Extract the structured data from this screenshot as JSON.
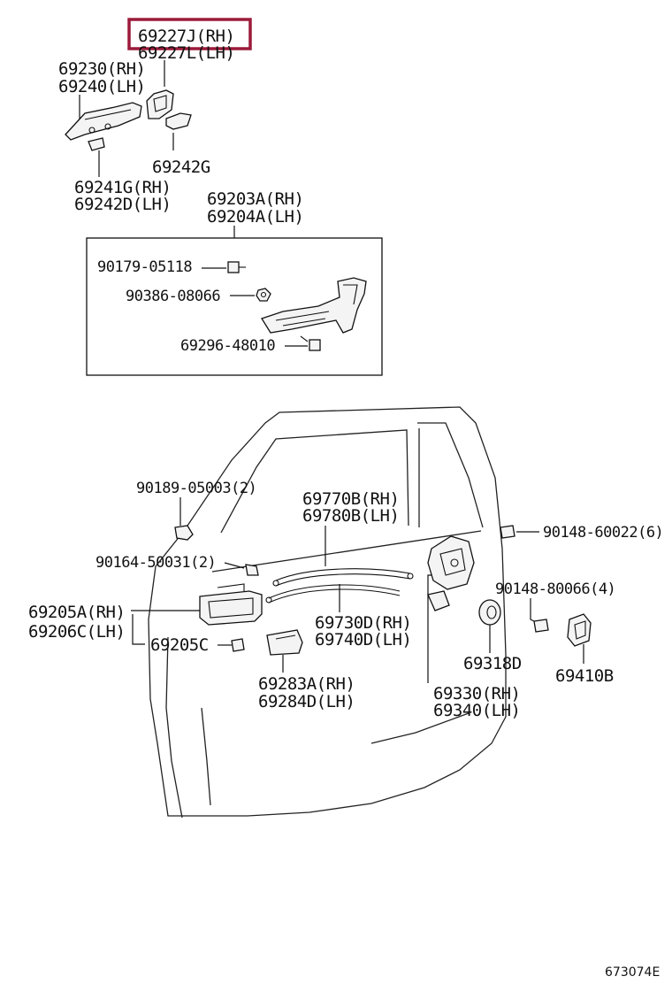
{
  "highlight_color": "#9b1b3a",
  "labels": {
    "p69227J": "69227J(RH)",
    "p69227L": "69227L(LH)",
    "p69230": "69230(RH)",
    "p69240": "69240(LH)",
    "p69242G": "69242G",
    "p69241G": "69241G(RH)",
    "p69242D": "69242D(LH)",
    "p69203A": "69203A(RH)",
    "p69204A": "69204A(LH)",
    "p90179": "90179-05118",
    "p90386": "90386-08066",
    "p69296": "69296-48010",
    "p90189": "90189-05003(2)",
    "p69770B": "69770B(RH)",
    "p69780B": "69780B(LH)",
    "p90148a": "90148-60022(6)",
    "p90164": "90164-50031(2)",
    "p90148b": "90148-80066(4)",
    "p69205A": "69205A(RH)",
    "p69206C": "69206C(LH)",
    "p69205C": "69205C",
    "p69730D": "69730D(RH)",
    "p69740D": "69740D(LH)",
    "p69318D": "69318D",
    "p69410B": "69410B",
    "p69283A": "69283A(RH)",
    "p69284D": "69284D(LH)",
    "p69330": "69330(RH)",
    "p69340": "69340(LH)"
  },
  "diagram_ref": "673074E"
}
